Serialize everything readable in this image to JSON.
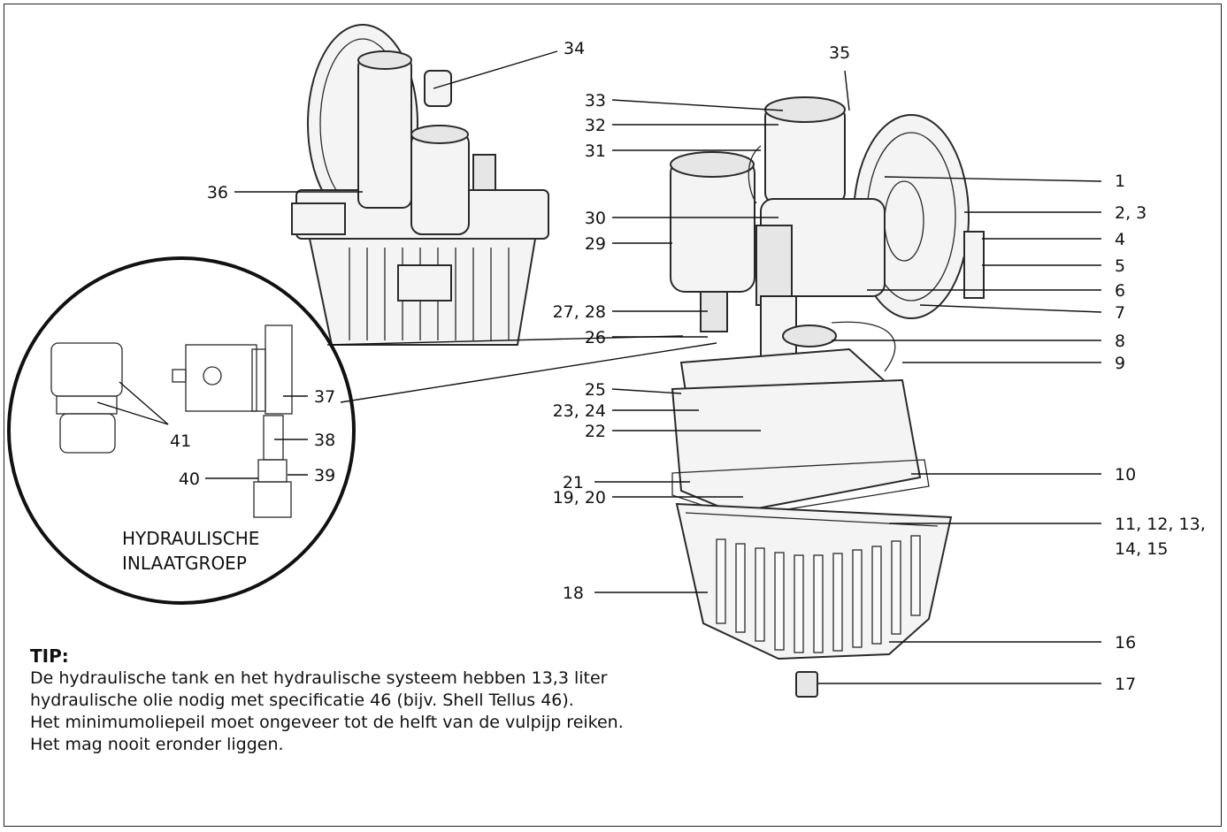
{
  "callouts": {
    "c1": "1",
    "c2": "2, 3",
    "c4": "4",
    "c5": "5",
    "c6": "6",
    "c7": "7",
    "c8": "8",
    "c9": "9",
    "c10": "10",
    "c11a": "11, 12, 13,",
    "c11b": "14, 15",
    "c16": "16",
    "c17": "17",
    "c18": "18",
    "c19": "19, 20",
    "c21": "21",
    "c22": "22",
    "c23": "23, 24",
    "c25": "25",
    "c26": "26",
    "c27": "27, 28",
    "c29": "29",
    "c30": "30",
    "c31": "31",
    "c32": "32",
    "c33": "33",
    "c34": "34",
    "c35": "35",
    "c36": "36",
    "c37": "37",
    "c38": "38",
    "c39": "39",
    "c40": "40",
    "c41": "41"
  },
  "inset": {
    "caption_line1": "HYDRAULISCHE",
    "caption_line2": "INLAATGROEP"
  },
  "tip": {
    "title": "TIP:",
    "paragraph1": "De hydraulische tank en het hydraulische systeem hebben 13,3 liter hydraulische olie nodig met specificatie 46 (bijv. Shell Tellus 46).",
    "paragraph2": "Het minimumoliepeil moet ongeveer tot de helft van de vulpijp reiken. Het mag nooit eronder liggen."
  }
}
